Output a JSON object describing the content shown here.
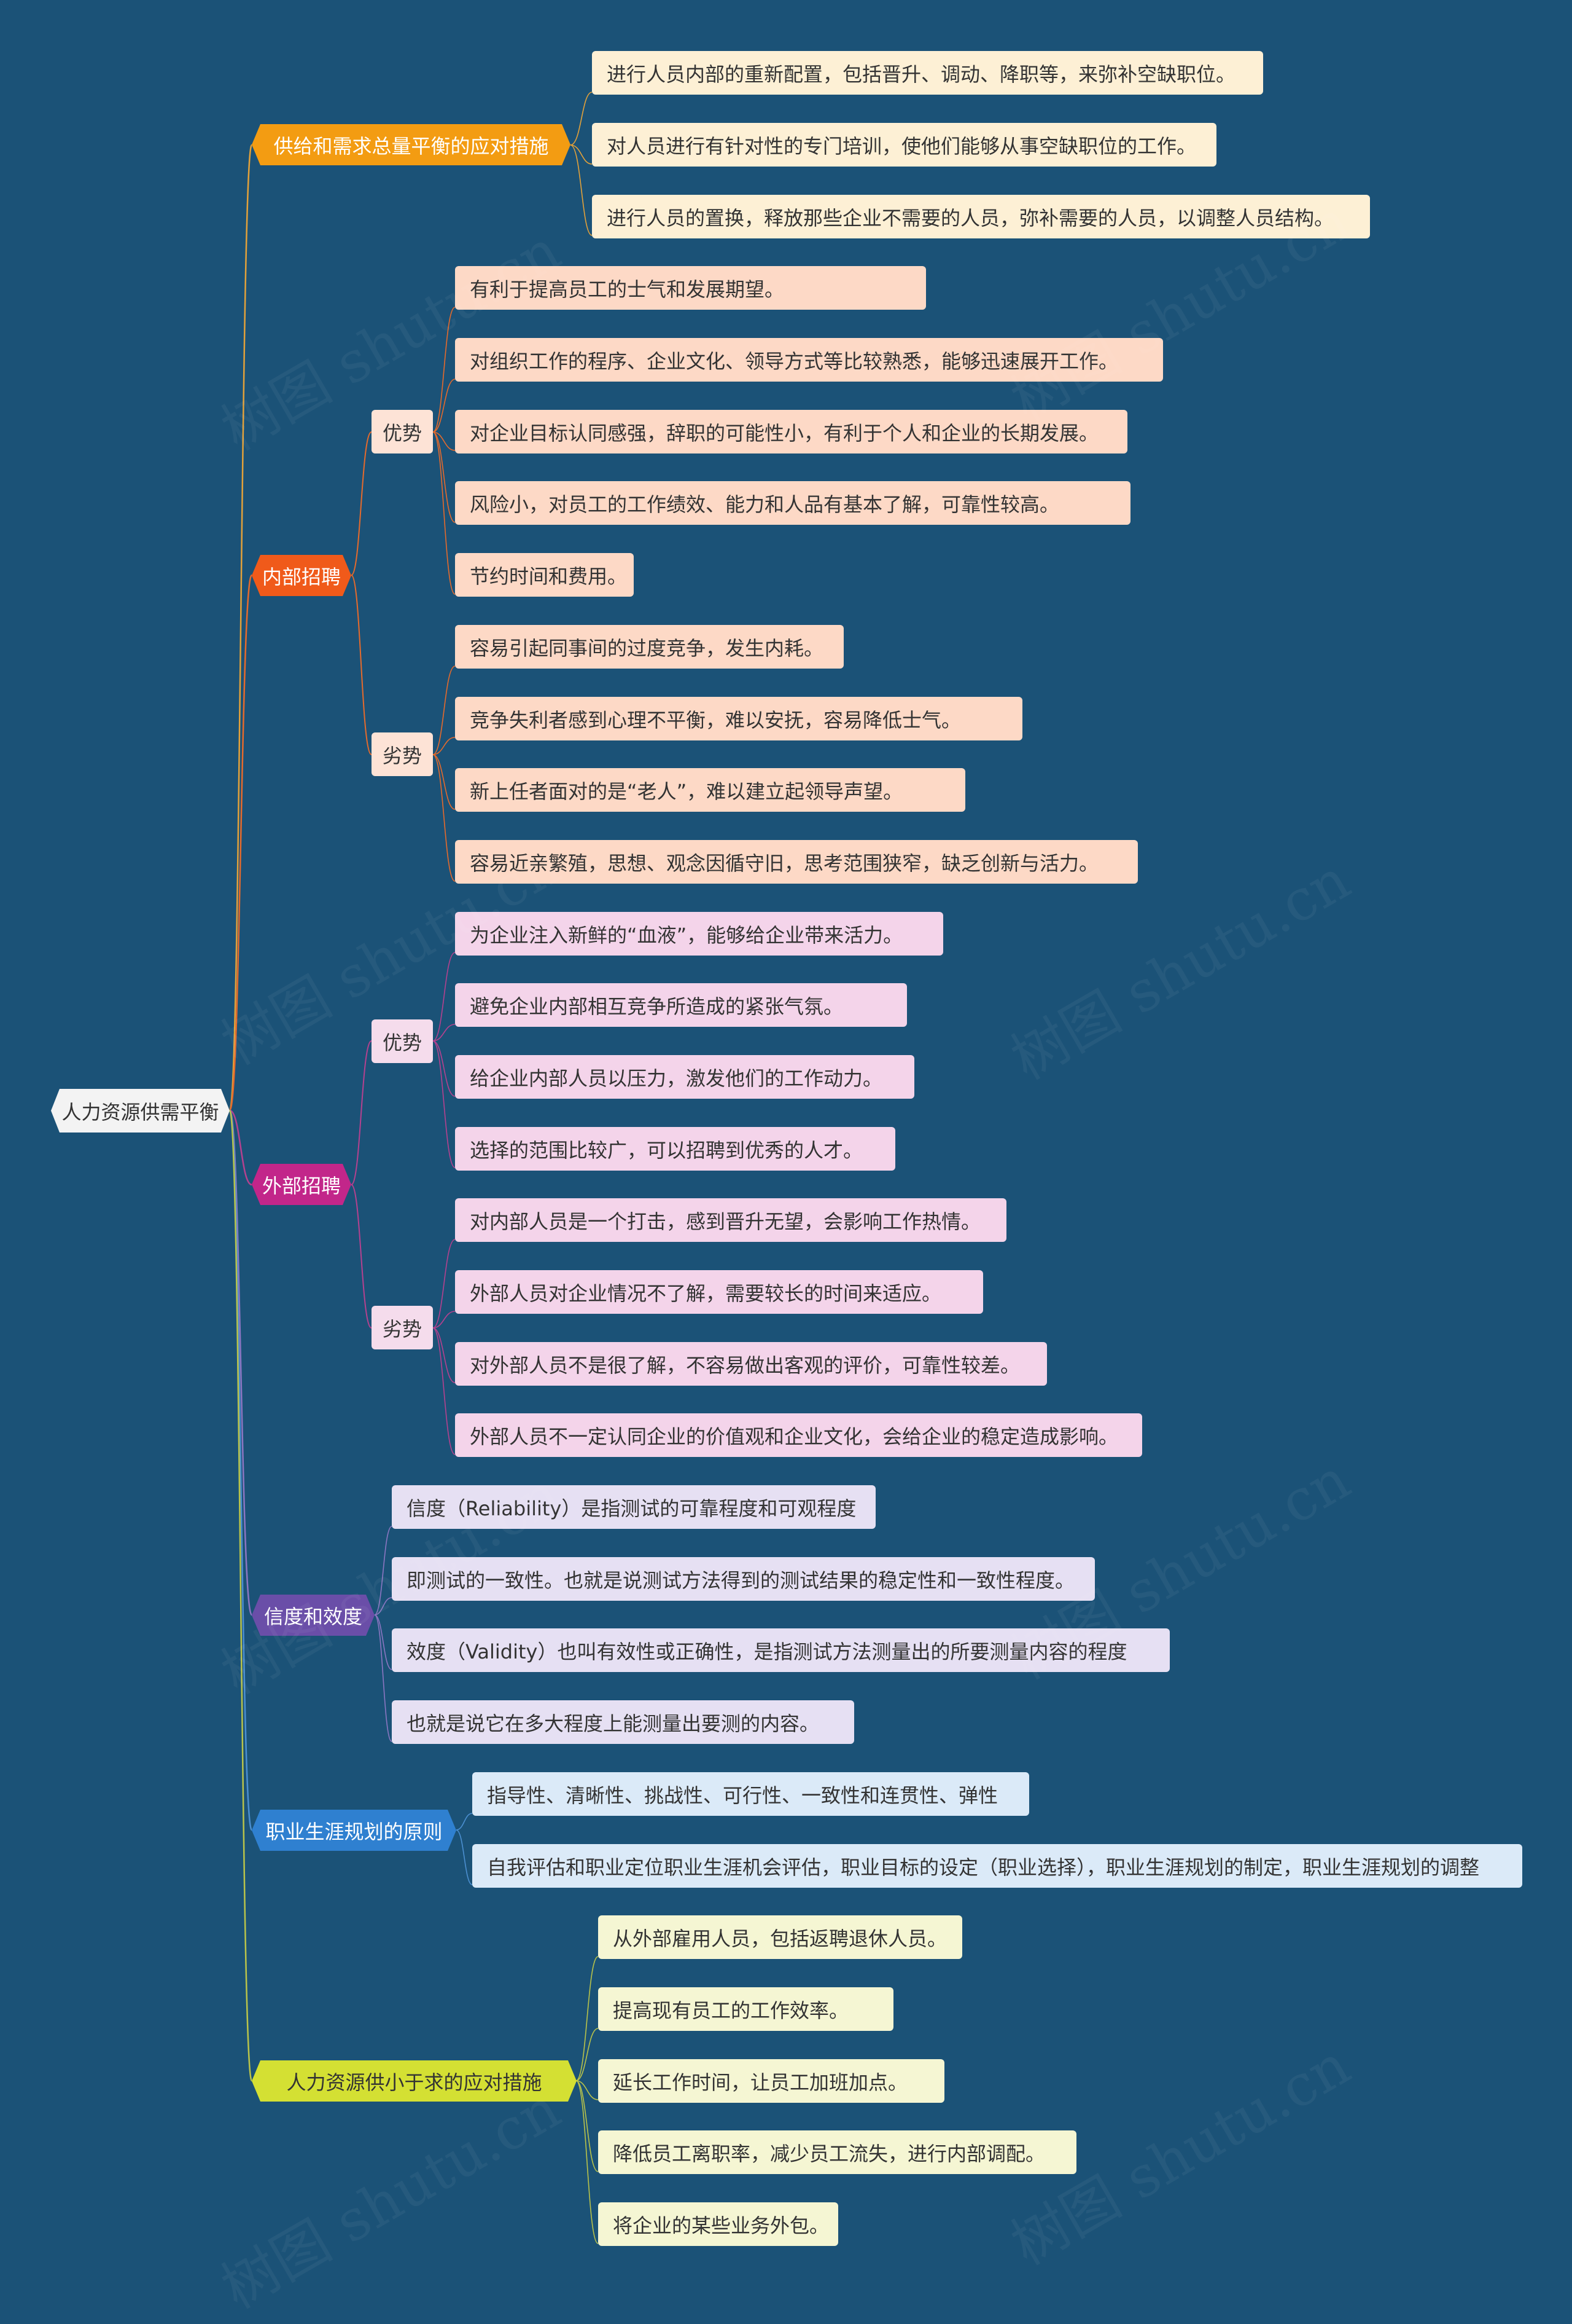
{
  "root": "人力资源供需平衡",
  "watermark": "树图 shutu.cn",
  "branches": [
    {
      "label": "供给和需求总量平衡的应对措施",
      "theme": {
        "main": "#f39c12",
        "leaf": "#fdf0d5",
        "line": "#e2a13a"
      },
      "items": [
        "进行人员内部的重新配置，包括晋升、调动、降职等，来弥补空缺职位。",
        "对人员进行有针对性的专门培训，使他们能够从事空缺职位的工作。",
        "进行人员的置换，释放那些企业不需要的人员，弥补需要的人员，以调整人员结构。"
      ]
    },
    {
      "label": "内部招聘",
      "theme": {
        "main": "#f05a1a",
        "sub": "#fde3d6",
        "leaf": "#fdd9c6",
        "line": "#e56a2c"
      },
      "groups": [
        {
          "label": "优势",
          "items": [
            "有利于提高员工的士气和发展期望。",
            "对组织工作的程序、企业文化、领导方式等比较熟悉，能够迅速展开工作。",
            "对企业目标认同感强，辞职的可能性小，有利于个人和企业的长期发展。",
            "风险小，对员工的工作绩效、能力和人品有基本了解，可靠性较高。",
            "节约时间和费用。"
          ]
        },
        {
          "label": "劣势",
          "items": [
            "容易引起同事间的过度竞争，发生内耗。",
            "竞争失利者感到心理不平衡，难以安抚，容易降低士气。",
            "新上任者面对的是“老人”，难以建立起领导声望。",
            "容易近亲繁殖，思想、观念因循守旧，思考范围狭窄，缺乏创新与活力。"
          ]
        }
      ]
    },
    {
      "label": "外部招聘",
      "theme": {
        "main": "#c2268a",
        "sub": "#f5dcec",
        "leaf": "#f4d4ea",
        "line": "#b5418f"
      },
      "groups": [
        {
          "label": "优势",
          "items": [
            "为企业注入新鲜的“血液”，能够给企业带来活力。",
            "避免企业内部相互竞争所造成的紧张气氛。",
            "给企业内部人员以压力，激发他们的工作动力。",
            "选择的范围比较广，可以招聘到优秀的人才。"
          ]
        },
        {
          "label": "劣势",
          "items": [
            "对内部人员是一个打击，感到晋升无望，会影响工作热情。",
            "外部人员对企业情况不了解，需要较长的时间来适应。",
            "对外部人员不是很了解，不容易做出客观的评价，可靠性较差。",
            "外部人员不一定认同企业的价值观和企业文化，会给企业的稳定造成影响。"
          ]
        }
      ]
    },
    {
      "label": "信度和效度",
      "theme": {
        "main": "#6a4ea8",
        "leaf": "#e6e0f3",
        "line": "#8b76c2"
      },
      "items": [
        "信度（Reliability）是指测试的可靠程度和可观程度",
        "即测试的一致性。也就是说测试方法得到的测试结果的稳定性和一致性程度。",
        "效度（Validity）也叫有效性或正确性，是指测试方法测量出的所要测量内容的程度",
        "也就是说它在多大程度上能测量出要测的内容。"
      ]
    },
    {
      "label": "职业生涯规划的原则",
      "theme": {
        "main": "#2f80d0",
        "leaf": "#dbeaf8",
        "line": "#4b8fd0"
      },
      "items": [
        "指导性、清晰性、挑战性、可行性、一致性和连贯性、弹性",
        "自我评估和职业定位职业生涯机会评估，职业目标的设定（职业选择），职业生涯规划的制定，职业生涯规划的调整"
      ]
    },
    {
      "label": "人力资源供小于求的应对措施",
      "theme": {
        "main": "#d4e033",
        "leaf": "#f5f6d3",
        "line": "#b9c34a",
        "text": "#333333"
      },
      "items": [
        "从外部雇用人员，包括返聘退休人员。",
        "提高现有员工的工作效率。",
        "延长工作时间，让员工加班加点。",
        "降低员工离职率，减少员工流失，进行内部调配。",
        "将企业的某些业务外包。"
      ]
    }
  ]
}
